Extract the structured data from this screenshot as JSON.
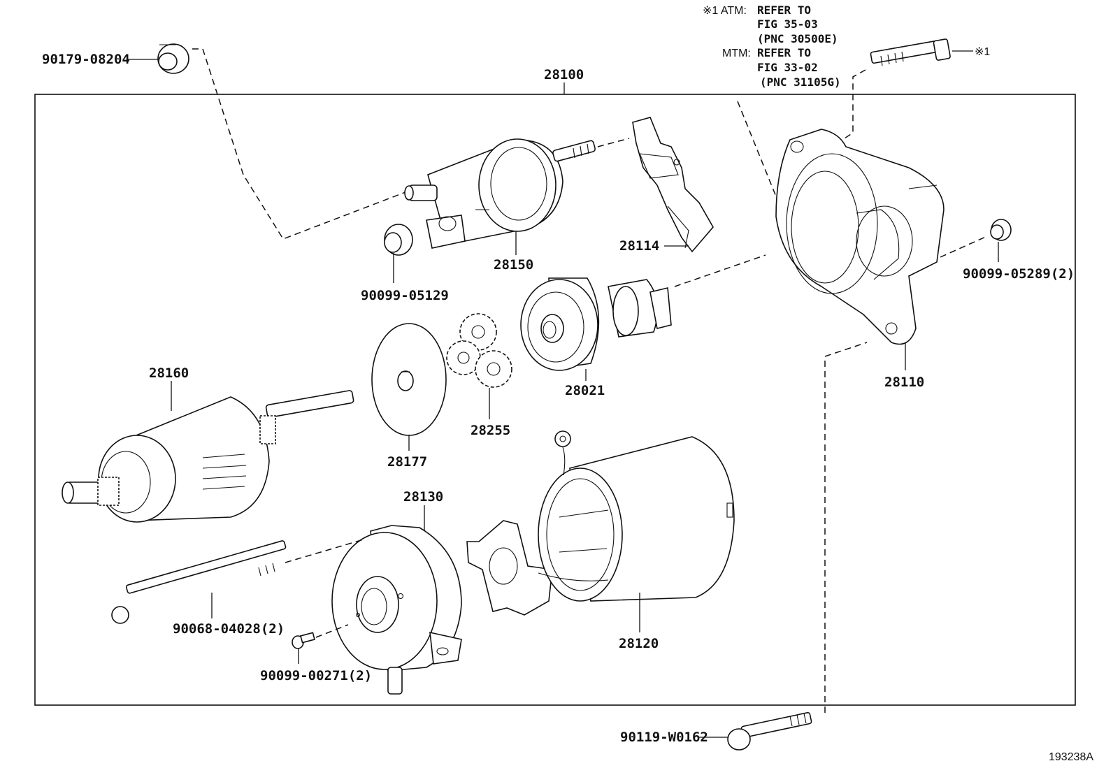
{
  "figure_id": "193238A",
  "assembly": {
    "part_number": "28100"
  },
  "parts": {
    "p28150": "28150",
    "p28114": "28114",
    "p90099_05129": "90099-05129",
    "p28110": "28110",
    "p90099_05289": "90099-05289(2)",
    "p28021": "28021",
    "p28255": "28255",
    "p28177": "28177",
    "p28160": "28160",
    "p28130": "28130",
    "p28120": "28120",
    "p90068_04028": "90068-04028(2)",
    "p90099_00271": "90099-00271(2)",
    "p90179_08204": "90179-08204",
    "p90119_W0162": "90119-W0162"
  },
  "note": {
    "atm_prefix": "※1 ATM:",
    "atm_ref": "REFER TO",
    "atm_fig": "FIG 35-03",
    "atm_pnc": "(PNC 30500E)",
    "mtm_prefix": "MTM:",
    "mtm_ref": "REFER TO",
    "mtm_fig": "FIG 33-02",
    "mtm_pnc": "(PNC 31105G)",
    "bolt_marker": "※1"
  }
}
